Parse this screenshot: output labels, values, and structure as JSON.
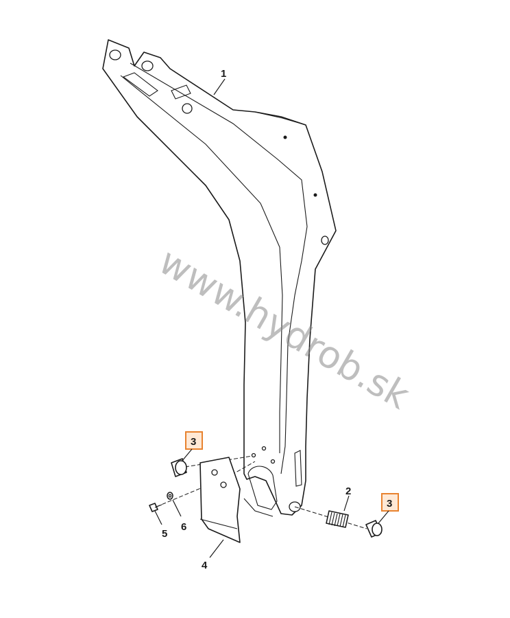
{
  "watermark": "www.hydrob.sk",
  "callouts": {
    "c1": "1",
    "c2": "2",
    "c3a": "3",
    "c3b": "3",
    "c4": "4",
    "c5": "5",
    "c6": "6"
  },
  "highlight_color": "#e8822e"
}
